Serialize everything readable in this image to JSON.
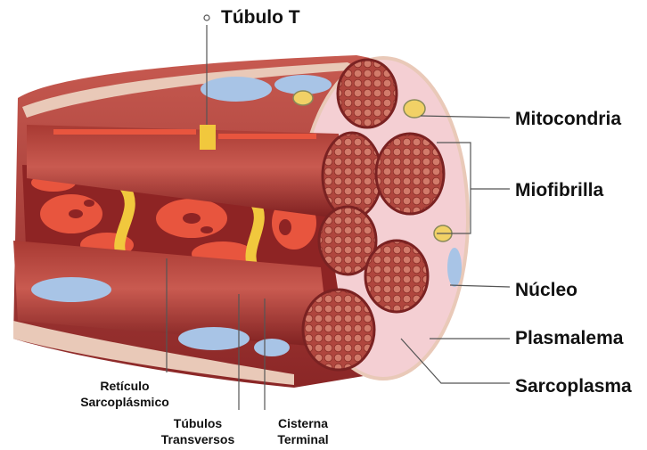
{
  "labels": {
    "tubulo_t": "Túbulo T",
    "mitocondria": "Mitocondria",
    "miofibrilla": "Miofibrilla",
    "nucleo": "Núcleo",
    "plasmalema": "Plasmalema",
    "sarcoplasma": "Sarcoplasma",
    "reticulo_1": "Retículo",
    "reticulo_2": "Sarcoplásmico",
    "tubulos_1": "Túbulos",
    "tubulos_2": "Transversos",
    "cisterna_1": "Cisterna",
    "cisterna_2": "Terminal"
  },
  "colors": {
    "muscle_dark": "#8e2424",
    "muscle_mid": "#b73a32",
    "muscle_light": "#d9675c",
    "sarcoplasma_pink": "#f4cfd3",
    "reticulum": "#e8553e",
    "ttubule_yellow": "#f1c83d",
    "nucleus_blue": "#a8c4e6",
    "membrane": "#e9c9b8"
  }
}
